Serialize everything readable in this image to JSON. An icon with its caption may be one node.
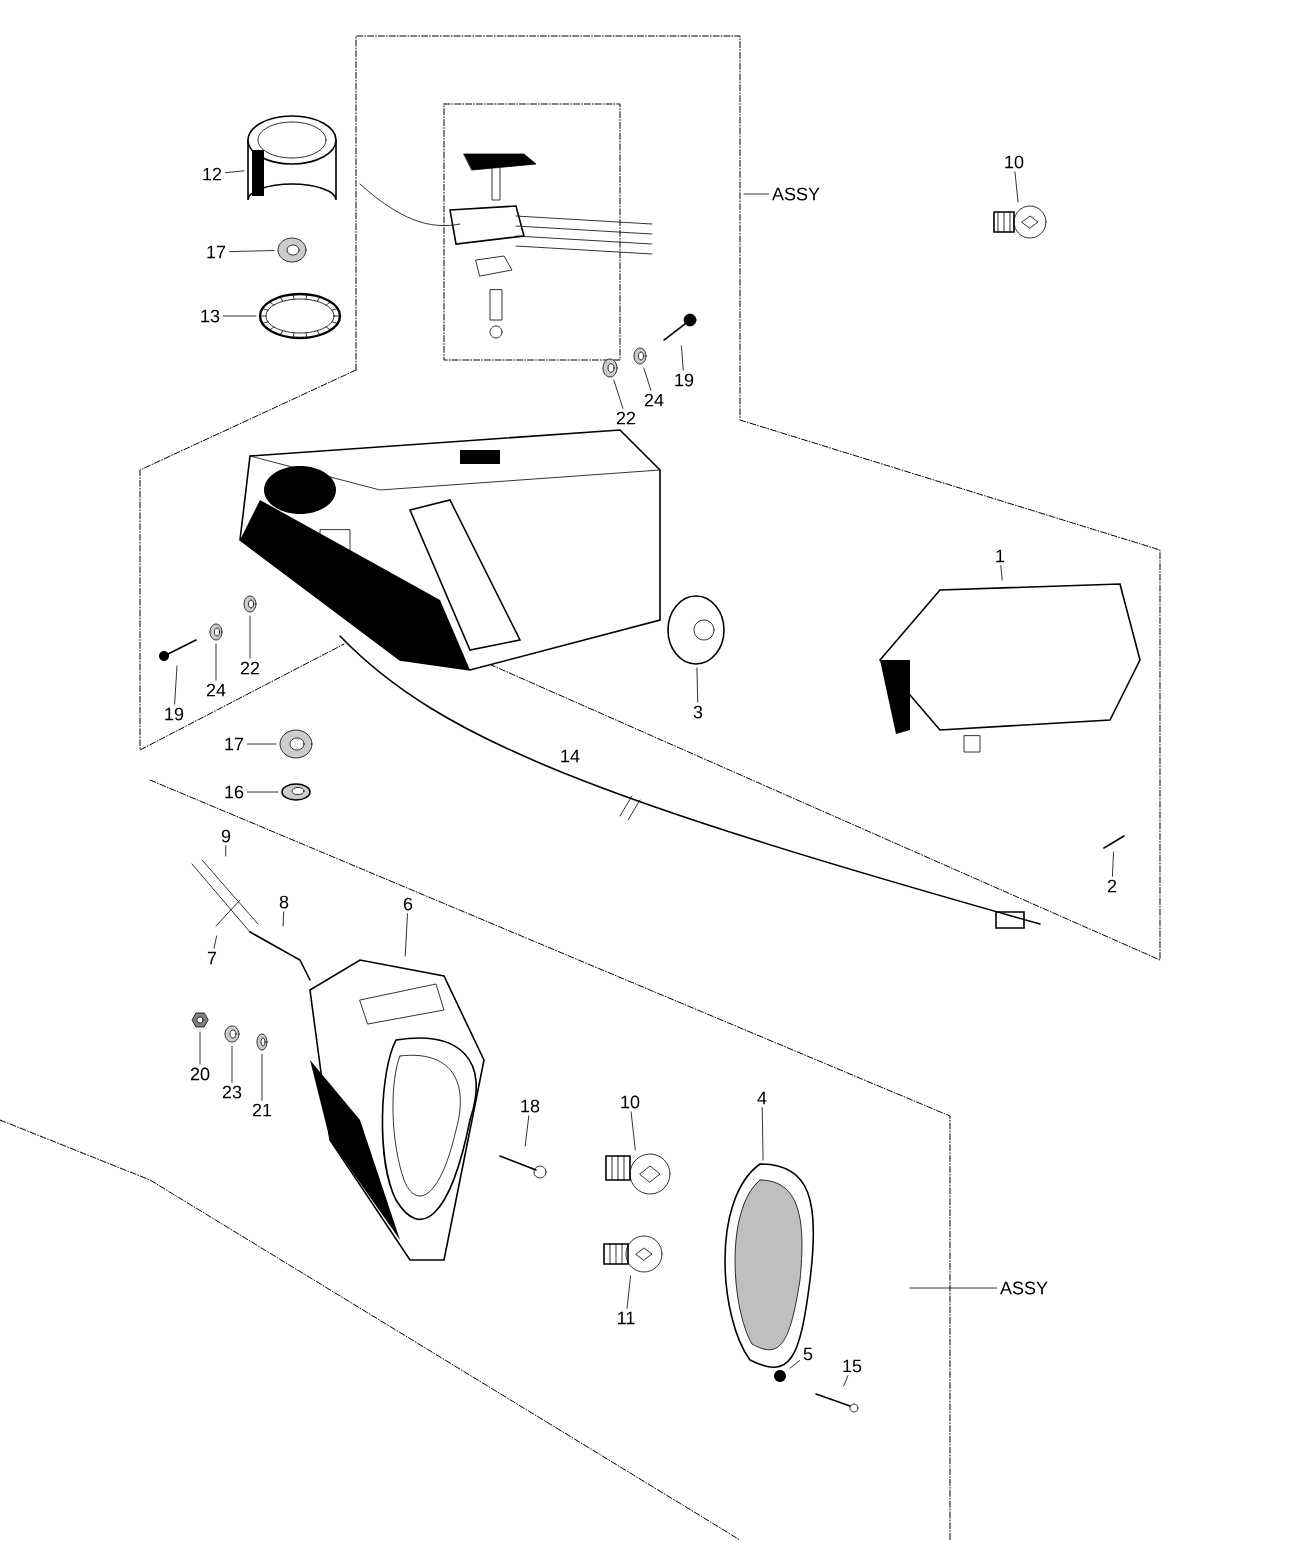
{
  "diagram": {
    "nodes": [
      {
        "text": [
          "12"
        ]
      },
      {
        "text": [
          "17"
        ]
      },
      {
        "text": [
          "13"
        ]
      },
      {
        "text": [
          "ASSY"
        ]
      },
      {
        "text": [
          "10"
        ]
      },
      {
        "text": [
          "19"
        ]
      },
      {
        "text": [
          "24"
        ]
      },
      {
        "text": [
          "22"
        ]
      },
      {
        "text": [
          "1"
        ]
      },
      {
        "text": [
          "22"
        ]
      },
      {
        "text": [
          "24"
        ]
      },
      {
        "text": [
          "19"
        ]
      },
      {
        "text": [
          "3"
        ]
      },
      {
        "text": [
          "17"
        ]
      },
      {
        "text": [
          "16"
        ]
      },
      {
        "text": [
          "2"
        ]
      },
      {
        "text": [
          "9"
        ]
      },
      {
        "text": [
          "8"
        ]
      },
      {
        "text": [
          "6"
        ]
      },
      {
        "text": [
          "7"
        ]
      },
      {
        "text": [
          "20"
        ]
      },
      {
        "text": [
          "23"
        ]
      },
      {
        "text": [
          "21"
        ]
      },
      {
        "text": [
          "18"
        ]
      },
      {
        "text": [
          "10"
        ]
      },
      {
        "text": [
          "4"
        ]
      },
      {
        "text": [
          "11"
        ]
      },
      {
        "text": [
          "5"
        ]
      },
      {
        "text": [
          "15"
        ]
      },
      {
        "text": [
          "ASSY"
        ]
      },
      {
        "text": [],
        "shape": "picture"
      },
      {
        "text": [],
        "shape": "picture"
      },
      {
        "text": [],
        "shape": "picture"
      },
      {
        "text": [],
        "shape": "picture"
      },
      {
        "text": [],
        "shape": "picture"
      },
      {
        "text": [],
        "shape": "picture"
      },
      {
        "text": [],
        "shape": "picture"
      },
      {
        "text": [],
        "shape": "picture"
      },
      {
        "text": [],
        "shape": "picture"
      },
      {
        "text": [],
        "shape": "picture"
      },
      {
        "text": [],
        "shape": "picture"
      },
      {
        "text": [],
        "shape": "picture"
      },
      {
        "text": [],
        "shape": "picture"
      },
      {
        "text": [],
        "shape": "picture"
      },
      {
        "text": [],
        "shape": "picture"
      },
      {
        "text": [],
        "shape": "picture"
      },
      {
        "text": [],
        "shape": "picture"
      },
      {
        "text": [],
        "shape": "picture"
      },
      {
        "text": [],
        "shape": "picture"
      },
      {
        "text": [],
        "shape": "picture"
      },
      {
        "text": [],
        "shape": "picture"
      },
      {
        "text": [],
        "shape": "picture"
      },
      {
        "text": [],
        "shape": "picture"
      },
      {
        "text": [],
        "shape": "picture"
      },
      {
        "text": [],
        "shape": "picture"
      },
      {
        "text": [],
        "shape": "picture"
      },
      {
        "text": [],
        "shape": "picture"
      }
    ],
    "edges": [
      {
        "from": 0,
        "to": 30,
        "arrow": "none"
      },
      {
        "from": 1,
        "to": 31,
        "arrow": "none"
      },
      {
        "from": 2,
        "to": 32,
        "arrow": "none"
      },
      {
        "from": 3,
        "to": null,
        "arrow": "none"
      },
      {
        "from": 4,
        "to": 36,
        "arrow": "none"
      },
      {
        "from": 5,
        "to": 35,
        "arrow": "none"
      },
      {
        "from": 6,
        "to": 34,
        "arrow": "none"
      },
      {
        "from": 7,
        "to": 33,
        "arrow": "none"
      },
      {
        "from": 8,
        "to": 41,
        "arrow": "none"
      },
      {
        "from": 9,
        "to": 37,
        "arrow": "none"
      },
      {
        "from": 10,
        "to": 38,
        "arrow": "none"
      },
      {
        "from": 11,
        "to": 39,
        "arrow": "none"
      },
      {
        "from": 12,
        "to": 40,
        "arrow": "none"
      },
      {
        "from": 13,
        "to": 42,
        "arrow": "none"
      },
      {
        "from": 14,
        "to": 43,
        "arrow": "none"
      },
      {
        "from": 15,
        "to": 44,
        "arrow": "none"
      },
      {
        "from": 16,
        "to": 45,
        "arrow": "none"
      },
      {
        "from": 17,
        "to": 46,
        "arrow": "none"
      },
      {
        "from": 18,
        "to": 47,
        "arrow": "none"
      },
      {
        "from": 19,
        "to": 45,
        "arrow": "none"
      },
      {
        "from": 20,
        "to": 48,
        "arrow": "none"
      },
      {
        "from": 21,
        "to": 49,
        "arrow": "none"
      },
      {
        "from": 22,
        "to": 50,
        "arrow": "none"
      },
      {
        "from": 23,
        "to": 51,
        "arrow": "none"
      },
      {
        "from": 24,
        "to": 52,
        "arrow": "none"
      },
      {
        "from": 25,
        "to": 54,
        "arrow": "none"
      },
      {
        "from": 26,
        "to": 53,
        "arrow": "none"
      },
      {
        "from": 27,
        "to": 55,
        "arrow": "none"
      },
      {
        "from": 28,
        "to": 56,
        "arrow": "none"
      },
      {
        "from": 29,
        "to": null,
        "arrow": "none"
      }
    ],
    "labels": [
      "14"
    ]
  }
}
